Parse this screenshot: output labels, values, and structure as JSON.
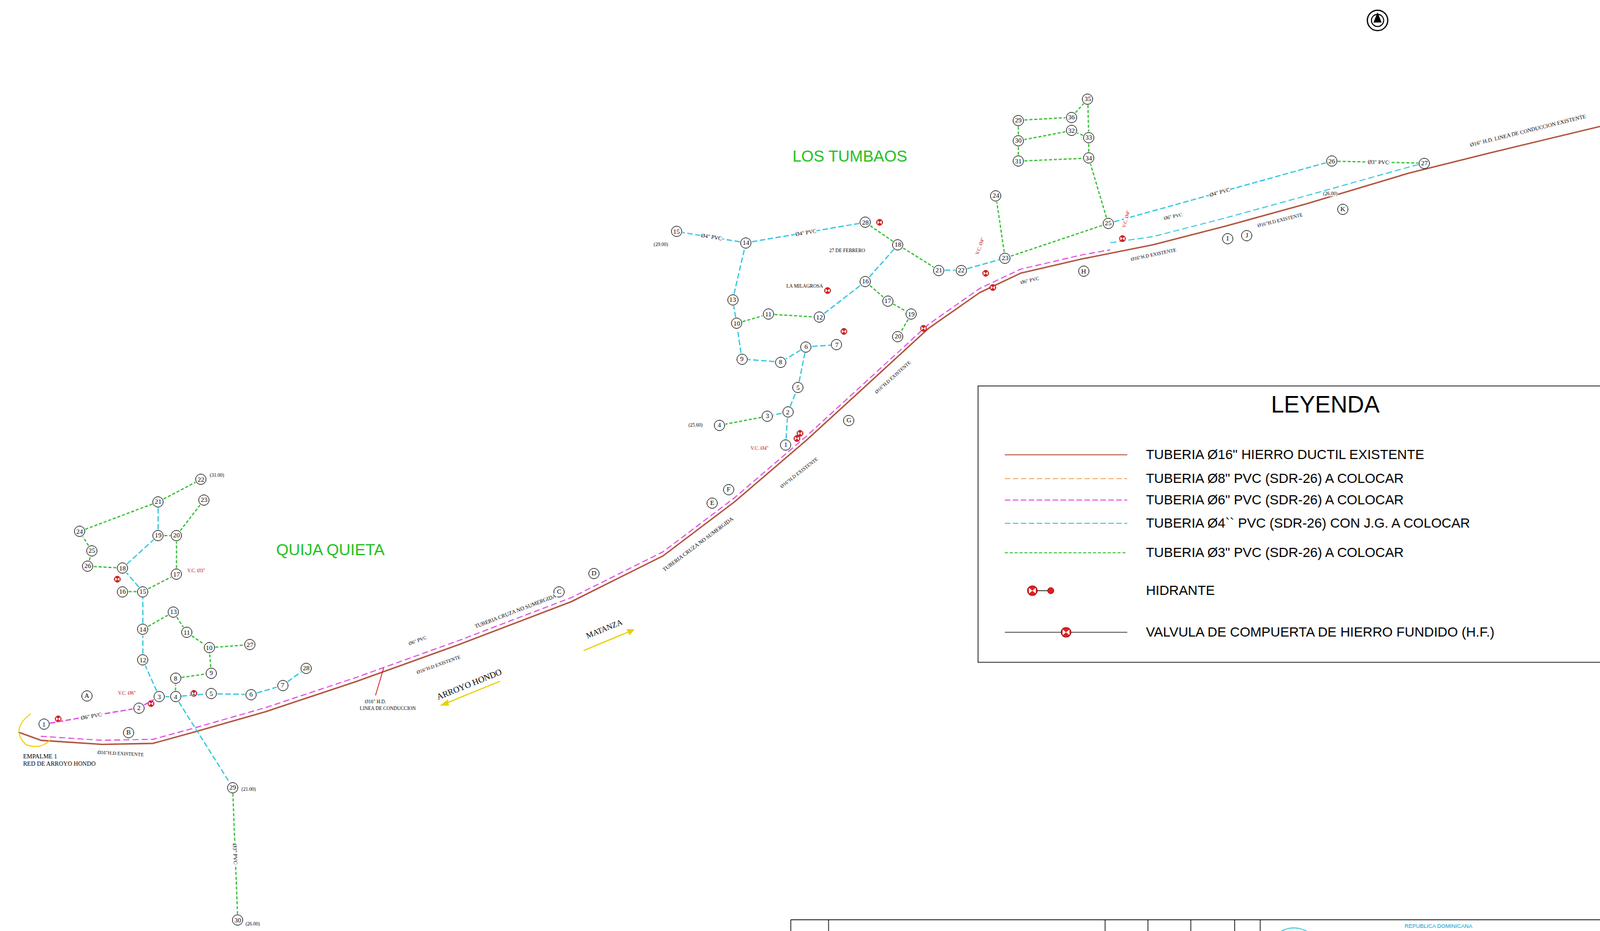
{
  "diagram": {
    "nodes": [
      {
        "text": [
          "1"
        ]
      },
      {
        "text": [
          "2"
        ]
      },
      {
        "text": [
          "3"
        ]
      },
      {
        "text": [
          "4"
        ]
      },
      {
        "text": [
          "5"
        ]
      },
      {
        "text": [
          "6"
        ]
      },
      {
        "text": [
          "7"
        ]
      },
      {
        "text": [
          "8"
        ]
      },
      {
        "text": [
          "9"
        ]
      },
      {
        "text": [
          "10"
        ]
      },
      {
        "text": [
          "11"
        ]
      },
      {
        "text": [
          "12"
        ]
      },
      {
        "text": [
          "13"
        ]
      },
      {
        "text": [
          "14"
        ]
      },
      {
        "text": [
          "15"
        ]
      },
      {
        "text": [
          "16"
        ]
      },
      {
        "text": [
          "17"
        ]
      },
      {
        "text": [
          "18"
        ]
      },
      {
        "text": [
          "19"
        ]
      },
      {
        "text": [
          "20"
        ]
      },
      {
        "text": [
          "21"
        ]
      },
      {
        "text": [
          "22"
        ]
      },
      {
        "text": [
          "23"
        ]
      },
      {
        "text": [
          "24"
        ]
      },
      {
        "text": [
          "25"
        ]
      },
      {
        "text": [
          "26"
        ]
      },
      {
        "text": [
          "27"
        ]
      },
      {
        "text": [
          "28"
        ]
      },
      {
        "text": [
          "29"
        ]
      },
      {
        "text": [
          "30"
        ]
      },
      {
        "text": [
          "A"
        ]
      },
      {
        "text": [
          "B"
        ]
      },
      {
        "text": [
          "C"
        ]
      },
      {
        "text": [
          "D"
        ]
      },
      {
        "text": [
          "E"
        ]
      },
      {
        "text": [
          "F"
        ]
      },
      {
        "text": [
          "G"
        ]
      },
      {
        "text": [
          "H"
        ]
      },
      {
        "text": [
          "I"
        ]
      },
      {
        "text": [
          "J"
        ]
      },
      {
        "text": [
          "K"
        ]
      },
      {
        "text": [
          "1"
        ]
      },
      {
        "text": [
          "2"
        ]
      },
      {
        "text": [
          "3"
        ]
      },
      {
        "text": [
          "4"
        ]
      },
      {
        "text": [
          "5"
        ]
      },
      {
        "text": [
          "6"
        ]
      },
      {
        "text": [
          "7"
        ]
      },
      {
        "text": [
          "8"
        ]
      },
      {
        "text": [
          "9"
        ]
      },
      {
        "text": [
          "10"
        ]
      },
      {
        "text": [
          "11"
        ]
      },
      {
        "text": [
          "12"
        ]
      },
      {
        "text": [
          "13"
        ]
      },
      {
        "text": [
          "14"
        ]
      },
      {
        "text": [
          "15"
        ]
      },
      {
        "text": [
          "16"
        ]
      },
      {
        "text": [
          "17"
        ]
      },
      {
        "text": [
          "18"
        ]
      },
      {
        "text": [
          "19"
        ]
      },
      {
        "text": [
          "20"
        ]
      },
      {
        "text": [
          "21"
        ]
      },
      {
        "text": [
          "22"
        ]
      },
      {
        "text": [
          "23"
        ]
      },
      {
        "text": [
          "24"
        ]
      },
      {
        "text": [
          "25"
        ]
      },
      {
        "text": [
          "26"
        ]
      },
      {
        "text": [
          "27"
        ]
      },
      {
        "text": [
          "28"
        ]
      },
      {
        "text": [
          "29"
        ]
      },
      {
        "text": [
          "30"
        ]
      },
      {
        "text": [
          "31"
        ]
      },
      {
        "text": [
          "32"
        ]
      },
      {
        "text": [
          "33"
        ]
      },
      {
        "text": [
          "34"
        ]
      },
      {
        "text": [
          "35"
        ]
      },
      {
        "text": [
          "36"
        ]
      }
    ],
    "edges": [
      {
        "from": 0,
        "to": 1,
        "arrow": "none",
        "label": "Ø6\" PVC"
      },
      {
        "from": 1,
        "to": 2,
        "arrow": "none"
      },
      {
        "from": 2,
        "to": 3,
        "arrow": "none"
      },
      {
        "from": 3,
        "to": 4,
        "arrow": "none"
      },
      {
        "from": 4,
        "to": 5,
        "arrow": "none"
      },
      {
        "from": 5,
        "to": 6,
        "arrow": "none"
      },
      {
        "from": 6,
        "to": 27,
        "arrow": "none"
      },
      {
        "from": 3,
        "to": 7,
        "arrow": "none"
      },
      {
        "from": 7,
        "to": 8,
        "arrow": "none"
      },
      {
        "from": 8,
        "to": 9,
        "arrow": "none"
      },
      {
        "from": 9,
        "to": 26,
        "arrow": "none"
      },
      {
        "from": 2,
        "to": 11,
        "arrow": "none"
      },
      {
        "from": 11,
        "to": 13,
        "arrow": "none"
      },
      {
        "from": 13,
        "to": 14,
        "arrow": "none"
      },
      {
        "from": 14,
        "to": 17,
        "arrow": "none"
      },
      {
        "from": 17,
        "to": 18,
        "arrow": "none"
      },
      {
        "from": 18,
        "to": 20,
        "arrow": "none"
      },
      {
        "from": 20,
        "to": 21,
        "arrow": "none"
      },
      {
        "from": 18,
        "to": 19,
        "arrow": "none"
      },
      {
        "from": 19,
        "to": 22,
        "arrow": "none"
      },
      {
        "from": 14,
        "to": 16,
        "arrow": "none"
      },
      {
        "from": 16,
        "to": 19,
        "arrow": "none"
      },
      {
        "from": 13,
        "to": 12,
        "arrow": "none"
      },
      {
        "from": 12,
        "to": 10,
        "arrow": "none"
      },
      {
        "from": 10,
        "to": 9,
        "arrow": "none"
      },
      {
        "from": 17,
        "to": 25,
        "arrow": "none"
      },
      {
        "from": 25,
        "to": 24,
        "arrow": "none"
      },
      {
        "from": 24,
        "to": 23,
        "arrow": "none"
      },
      {
        "from": 23,
        "to": 20,
        "arrow": "none"
      },
      {
        "from": 15,
        "to": 14,
        "arrow": "none"
      },
      {
        "from": 3,
        "to": 28,
        "arrow": "none"
      },
      {
        "from": 28,
        "to": 29,
        "arrow": "none",
        "label": "Ø3\" PVC"
      },
      {
        "from": 41,
        "to": 42,
        "arrow": "none"
      },
      {
        "from": 42,
        "to": 43,
        "arrow": "none"
      },
      {
        "from": 43,
        "to": 44,
        "arrow": "none"
      },
      {
        "from": 42,
        "to": 45,
        "arrow": "none"
      },
      {
        "from": 45,
        "to": 46,
        "arrow": "none"
      },
      {
        "from": 46,
        "to": 47,
        "arrow": "none"
      },
      {
        "from": 46,
        "to": 48,
        "arrow": "none"
      },
      {
        "from": 48,
        "to": 49,
        "arrow": "none"
      },
      {
        "from": 49,
        "to": 50,
        "arrow": "none"
      },
      {
        "from": 50,
        "to": 53,
        "arrow": "none"
      },
      {
        "from": 53,
        "to": 54,
        "arrow": "none"
      },
      {
        "from": 54,
        "to": 55,
        "arrow": "none",
        "label": "Ø4\" PVC"
      },
      {
        "from": 54,
        "to": 68,
        "arrow": "none",
        "label": "Ø4\" PVC"
      },
      {
        "from": 50,
        "to": 51,
        "arrow": "none"
      },
      {
        "from": 51,
        "to": 52,
        "arrow": "none"
      },
      {
        "from": 52,
        "to": 56,
        "arrow": "none"
      },
      {
        "from": 56,
        "to": 58,
        "arrow": "none"
      },
      {
        "from": 58,
        "to": 68,
        "arrow": "none"
      },
      {
        "from": 56,
        "to": 57,
        "arrow": "none"
      },
      {
        "from": 57,
        "to": 59,
        "arrow": "none"
      },
      {
        "from": 59,
        "to": 60,
        "arrow": "none"
      },
      {
        "from": 58,
        "to": 61,
        "arrow": "none"
      },
      {
        "from": 61,
        "to": 62,
        "arrow": "none"
      },
      {
        "from": 62,
        "to": 63,
        "arrow": "none"
      },
      {
        "from": 63,
        "to": 64,
        "arrow": "none"
      },
      {
        "from": 63,
        "to": 65,
        "arrow": "none"
      },
      {
        "from": 65,
        "to": 66,
        "arrow": "none",
        "label": "Ø4\" PVC"
      },
      {
        "from": 66,
        "to": 67,
        "arrow": "none",
        "label": "Ø3\" PVC"
      },
      {
        "from": 65,
        "to": 74,
        "arrow": "none"
      },
      {
        "from": 74,
        "to": 73,
        "arrow": "none"
      },
      {
        "from": 73,
        "to": 72,
        "arrow": "none"
      },
      {
        "from": 72,
        "to": 70,
        "arrow": "none"
      },
      {
        "from": 69,
        "to": 70,
        "arrow": "none"
      },
      {
        "from": 70,
        "to": 71,
        "arrow": "none"
      },
      {
        "from": 71,
        "to": 74,
        "arrow": "none"
      },
      {
        "from": 69,
        "to": 76,
        "arrow": "none"
      },
      {
        "from": 76,
        "to": 75,
        "arrow": "none"
      },
      {
        "from": 75,
        "to": 73,
        "arrow": "none"
      }
    ],
    "labels": [
      "LOS TUMBAOS",
      "QUIJA QUIETA",
      "LEYENDA",
      "MATANZA",
      "ARROYO HONDO",
      "EMPALME 1",
      "RED DE ARROYO HONDO",
      "Ø16\" H.D. LINEA DE CONDUCCION EXISTENTE",
      "TUBERIA CRUZA NO SUMERGIDA",
      "TUBERIA CRUZA NO SUMERGIDA",
      "Ø16\"H.D EXISTENTE",
      "Ø16\"H.D EXISTENTE",
      "Ø16\"H.D EXISTENTE",
      "Ø16\"H.D EXISTENTE",
      "Ø16\"H.D EXISTENTE",
      "Ø16\"H.D EXISTENTE",
      "Ø6\" PVC",
      "Ø6\" PVC",
      "Ø6\" PVC",
      "Ø16\" H.D.",
      "LINEA DE CONDUCCION",
      "LA MILAGROSA",
      "27 DE FEBRERO",
      "REPUBLICA DOMINICANA",
      "V.C. Ø6\"",
      "V.C. Ø4\"",
      "V.C. Ø4\"",
      "V.C. Ø3\"",
      "V.C. Ø4\"",
      "(21.00)",
      "(26.00)",
      "(31.00)",
      "(26.00)",
      "(29.00)",
      "(25.60)"
    ],
    "legend": [
      {
        "text": "TUBERIA Ø16\" HIERRO DUCTIL EXISTENTE"
      },
      {
        "text": "TUBERIA Ø8\" PVC (SDR-26) A COLOCAR"
      },
      {
        "text": "TUBERIA Ø6\" PVC (SDR-26) A COLOCAR"
      },
      {
        "text": "TUBERIA Ø4`` PVC (SDR-26) CON J.G.  A COLOCAR"
      },
      {
        "text": "TUBERIA Ø3\" PVC (SDR-26) A COLOCAR"
      },
      {
        "text": "HIDRANTE"
      },
      {
        "text": "VALVULA DE COMPUERTA DE HIERRO FUNDIDO (H.F.)"
      }
    ]
  }
}
